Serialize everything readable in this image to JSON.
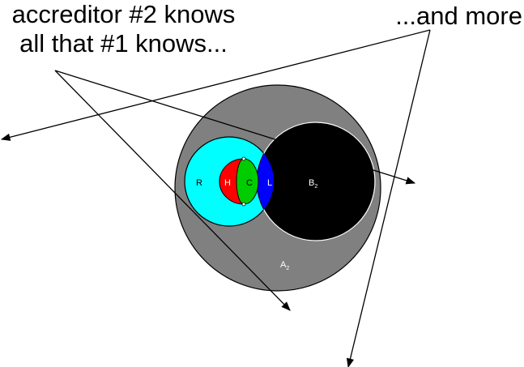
{
  "captions": {
    "left_line1": "accreditor #2 knows",
    "left_line2": "all that #1 knows...",
    "right": "...and more"
  },
  "regions": {
    "A": {
      "label": "A",
      "subscript": "2"
    },
    "B": {
      "label": "B",
      "subscript": "2"
    },
    "R": {
      "label": "R"
    },
    "H": {
      "label": "H"
    },
    "C": {
      "label": "C"
    },
    "L": {
      "label": "L"
    }
  },
  "colors": {
    "A": "#808080",
    "B": "#000000",
    "R": "#00ffff",
    "H": "#ff0000",
    "C": "#00cc00",
    "L": "#0000ff",
    "arrows": "#000000"
  }
}
